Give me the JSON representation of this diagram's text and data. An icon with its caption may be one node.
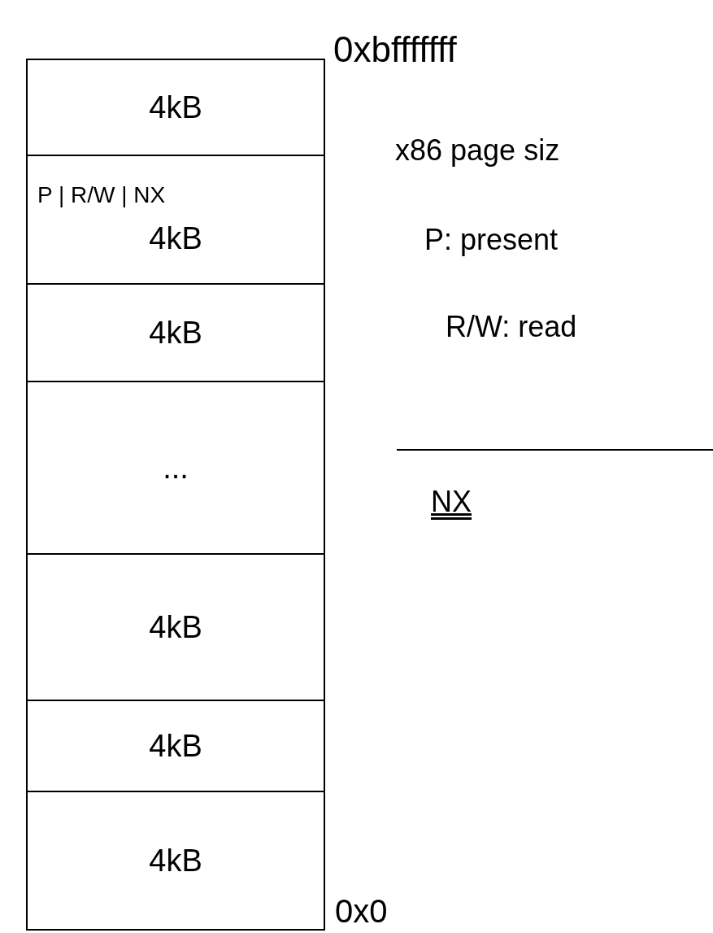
{
  "diagram": {
    "nodes": [
      {
        "text": [],
        "shape": "box"
      },
      {
        "text": [
          "4kB"
        ],
        "in": 0
      },
      {
        "text": [
          "P | R/W | NX",
          "4kB"
        ],
        "in": 0
      },
      {
        "text": [
          "4kB"
        ],
        "in": 0
      },
      {
        "text": [
          "..."
        ],
        "in": 0
      },
      {
        "text": [
          "4kB"
        ],
        "in": 0
      },
      {
        "text": [
          "4kB"
        ],
        "in": 0
      },
      {
        "text": [
          "4kB"
        ],
        "in": 0
      }
    ],
    "edges": [],
    "labels": [
      "0xbfffffff",
      "x86 page siz",
      "P: present",
      "R/W: read",
      "NX",
      "0x0"
    ]
  }
}
